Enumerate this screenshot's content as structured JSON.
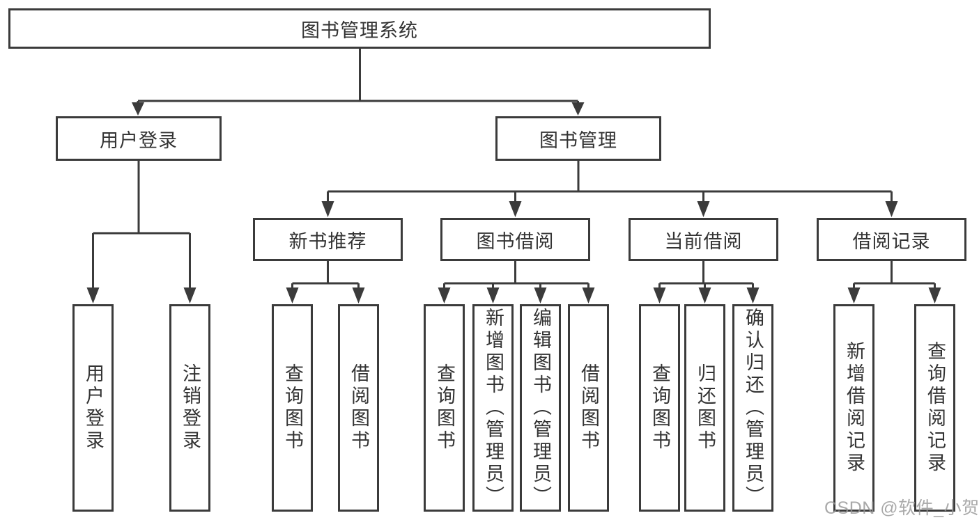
{
  "diagram": {
    "root": {
      "label": "图书管理系统"
    },
    "user_login": {
      "label": "用户登录",
      "leaves": [
        "用户登录",
        "注销登录"
      ]
    },
    "book_management": {
      "label": "图书管理",
      "groups": [
        {
          "label": "新书推荐",
          "leaves": [
            "查询图书",
            "借阅图书"
          ]
        },
        {
          "label": "图书借阅",
          "leaves": [
            "查询图书",
            "新增图书（管理员）",
            "编辑图书（管理员）",
            "借阅图书"
          ]
        },
        {
          "label": "当前借阅",
          "leaves": [
            "查询图书",
            "归还图书",
            "确认归还（管理员）"
          ]
        },
        {
          "label": "借阅记录",
          "leaves": [
            "新增借阅记录",
            "查询借阅记录"
          ]
        }
      ]
    }
  },
  "watermark": {
    "text": "CSDN @软件_小贺同学"
  },
  "colors": {
    "line": "#3b3b3b",
    "text": "#333333",
    "background": "#ffffff",
    "watermark": "#969696"
  }
}
